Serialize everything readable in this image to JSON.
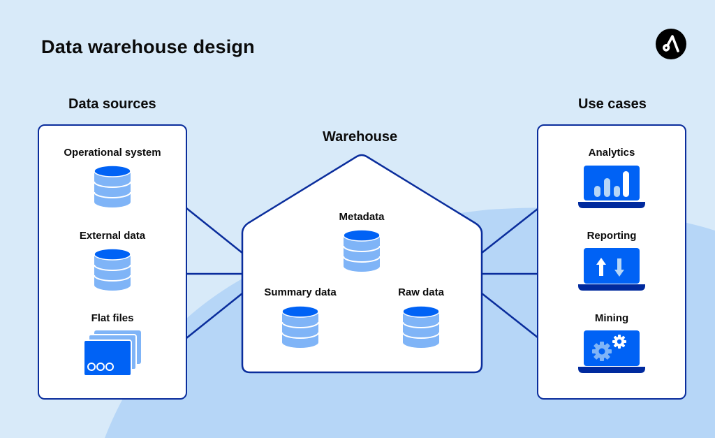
{
  "title": "Data warehouse design",
  "logo": {
    "icon": "brand-logo-icon"
  },
  "colors": {
    "background": "#d8eaf9",
    "background_arc": "#b6d6f7",
    "panel_border": "#0a2d9c",
    "icon_primary": "#0062f5",
    "icon_secondary": "#7fb4f7",
    "text": "#0b0b0b"
  },
  "data_sources": {
    "heading": "Data sources",
    "items": [
      {
        "label": "Operational system",
        "icon": "database-icon"
      },
      {
        "label": "External data",
        "icon": "database-icon"
      },
      {
        "label": "Flat files",
        "icon": "flat-files-icon"
      }
    ]
  },
  "warehouse": {
    "heading": "Warehouse",
    "items": [
      {
        "label": "Metadata",
        "icon": "database-icon"
      },
      {
        "label": "Summary data",
        "icon": "database-icon"
      },
      {
        "label": "Raw data",
        "icon": "database-icon"
      }
    ]
  },
  "use_cases": {
    "heading": "Use cases",
    "items": [
      {
        "label": "Analytics",
        "icon": "laptop-bar-chart-icon"
      },
      {
        "label": "Reporting",
        "icon": "laptop-up-down-arrows-icon"
      },
      {
        "label": "Mining",
        "icon": "laptop-gears-icon"
      }
    ]
  }
}
